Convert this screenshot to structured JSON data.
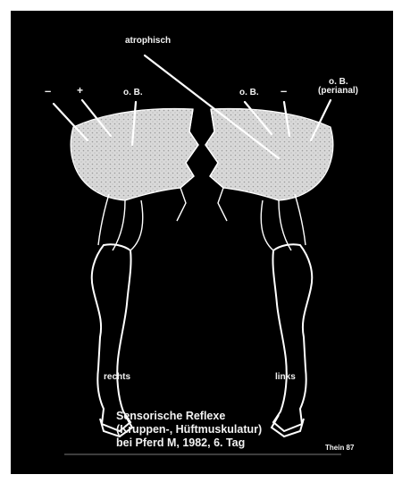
{
  "slide": {
    "background": "#000000",
    "muscle_fill": "#d9d9d9",
    "outline": "#ffffff"
  },
  "labels": {
    "atrophisch": "atrophisch",
    "right_minus": "–",
    "right_plus": "+",
    "right_ob": "o. B.",
    "left_ob": "o. B.",
    "left_minus": "–",
    "left_ob_perianal_1": "o. B.",
    "left_ob_perianal_2": "(perianal)",
    "side_right": "rechts",
    "side_left": "links"
  },
  "caption": {
    "line1": "Sensorische Reflexe",
    "line2": "(Kruppen-, Hüftmuskulatur)",
    "line3": "bei Pferd M, 1982, 6. Tag"
  },
  "credit": "Thein 87"
}
